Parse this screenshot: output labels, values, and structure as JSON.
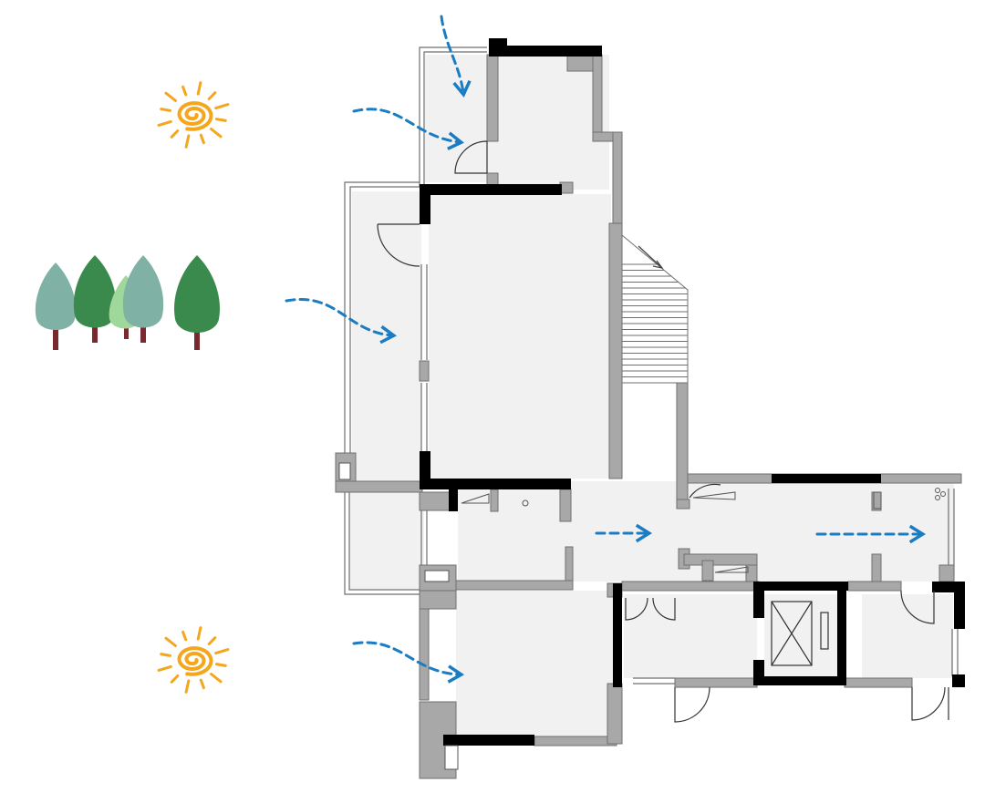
{
  "diagram": {
    "kind": "floor-plan",
    "colors": {
      "background": "#ffffff",
      "floor": "#f2f1f2",
      "wall_gray": "#a8a8a8",
      "wall_black": "#000000",
      "outline": "#6f6f6f",
      "arrow": "#1a7cc2",
      "sun": "#f4a61d",
      "tree_dark": "#3b8a4d",
      "tree_teal": "#7fb2a4",
      "tree_light": "#9fd89a",
      "trunk": "#7a2a2e"
    },
    "icons": [
      "sun-icon",
      "tree-icon",
      "airflow-arrow",
      "door-swing",
      "elevator-symbol",
      "staircase"
    ],
    "legend": []
  }
}
